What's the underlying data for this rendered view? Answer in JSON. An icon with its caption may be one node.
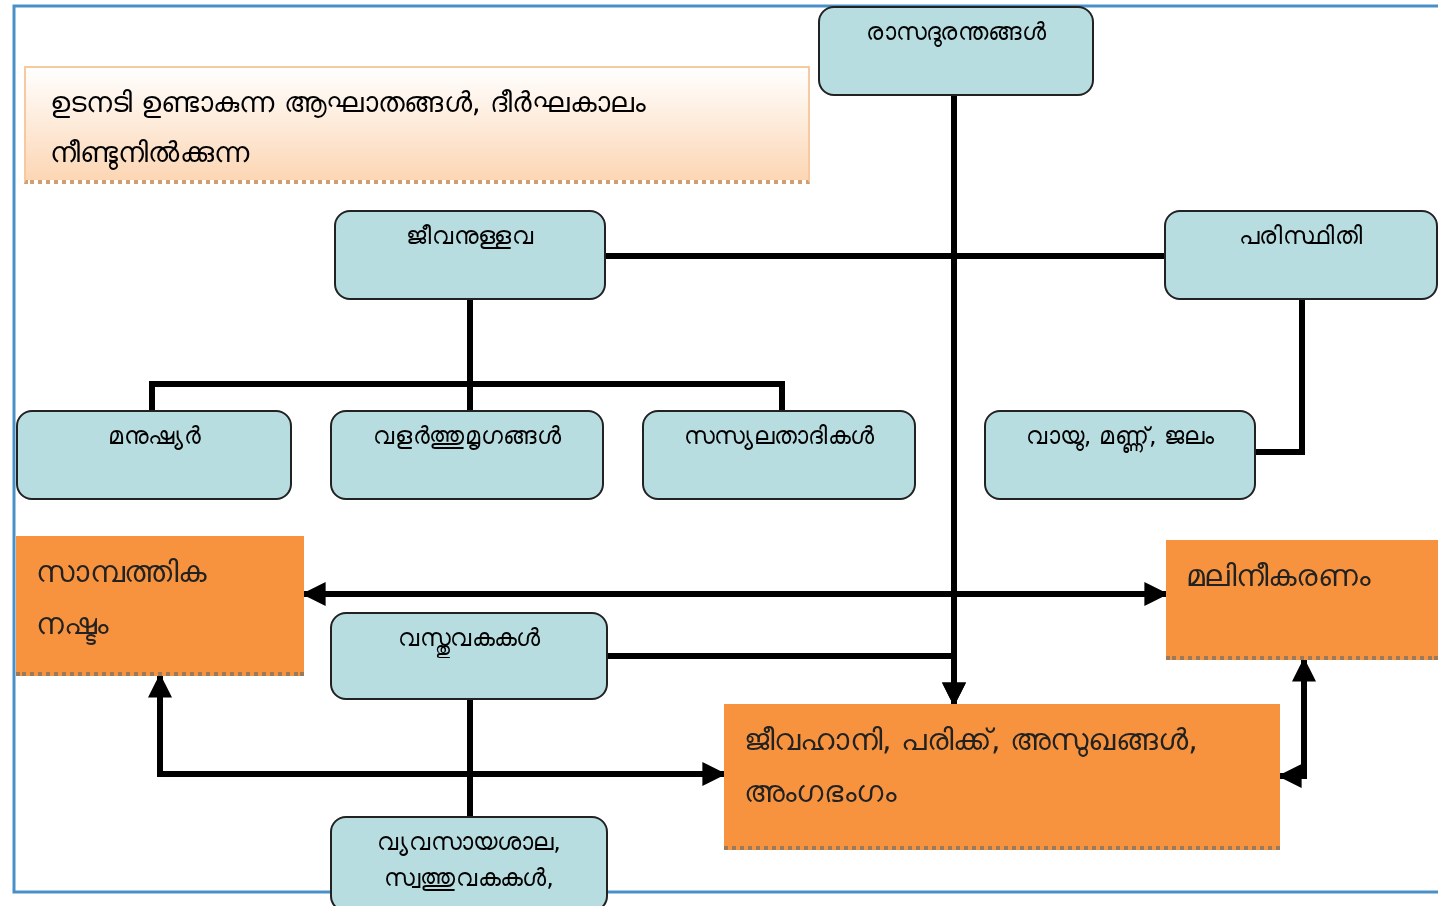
{
  "diagram": {
    "nodes": [
      {
        "text": [
          "ഉടനടി ഉണ്ടാകുന്ന ആഘാതങ്ങൾ, ദീർഘകാലം നീണ്ടുനിൽക്കുന്ന"
        ]
      },
      {
        "text": [
          "രാസദുരന്തങ്ങൾ"
        ]
      },
      {
        "text": [
          "ജീവനുള്ളവ"
        ]
      },
      {
        "text": [
          "പരിസ്ഥിതി"
        ]
      },
      {
        "text": [
          "മനുഷ്യർ"
        ]
      },
      {
        "text": [
          "വളർത്തുമൃഗങ്ങൾ"
        ]
      },
      {
        "text": [
          "സസ്യലതാദികൾ"
        ]
      },
      {
        "text": [
          "വായു, മണ്ണ്, ജലം"
        ]
      },
      {
        "text": [
          "സാമ്പത്തിക നഷ്ടം"
        ]
      },
      {
        "text": [
          "മലിനീകരണം"
        ]
      },
      {
        "text": [
          "വസ്തുവകകൾ"
        ]
      },
      {
        "text": [
          "ജീവഹാനി, പരിക്ക്, അസുഖങ്ങൾ, അംഗഭംഗം"
        ]
      },
      {
        "text": [
          "വ്യവസായശാല, സ്വത്തുവകകൾ,"
        ]
      }
    ],
    "edges": [
      {
        "from": 1,
        "to": 11,
        "arrow": "to"
      },
      {
        "from": 2,
        "to": 3,
        "arrow": "none"
      },
      {
        "from": 2,
        "to": 4,
        "arrow": "none"
      },
      {
        "from": 2,
        "to": 5,
        "arrow": "none"
      },
      {
        "from": 2,
        "to": 6,
        "arrow": "none"
      },
      {
        "from": 3,
        "to": 7,
        "arrow": "none"
      },
      {
        "from": 1,
        "to": 8,
        "arrow": "to"
      },
      {
        "from": 1,
        "to": 9,
        "arrow": "to"
      },
      {
        "from": 10,
        "to": 11,
        "arrow": "to"
      },
      {
        "from": 10,
        "to": 12,
        "arrow": "none"
      },
      {
        "from": 8,
        "to": 11,
        "arrow": "both"
      },
      {
        "from": 9,
        "to": 11,
        "arrow": "both"
      }
    ]
  }
}
